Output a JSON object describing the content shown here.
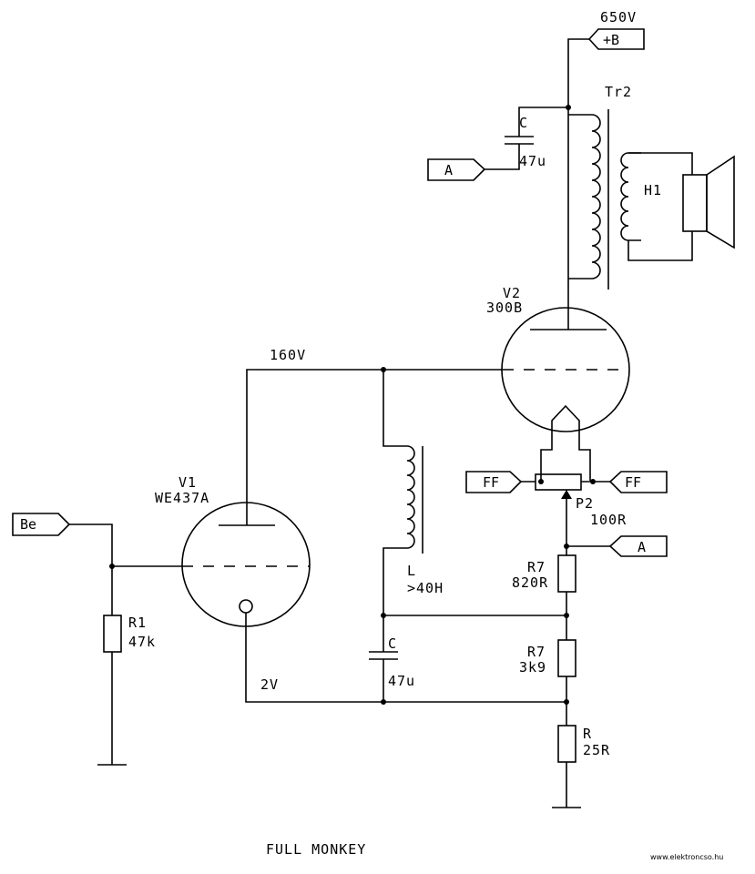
{
  "title": "FULL MONKEY",
  "watermark": "www.elektroncso.hu",
  "voltages": {
    "supply": "650V",
    "plate_v1": "160V",
    "cathode_v1": "2V"
  },
  "ports": {
    "supply": "+B",
    "input": "Be",
    "feedback_top": "A",
    "feedback_bottom": "A",
    "filament_left": "FF",
    "filament_right": "FF"
  },
  "components": {
    "tr2": {
      "name": "Tr2"
    },
    "h1": {
      "name": "H1"
    },
    "c_top": {
      "name": "C",
      "value": "47u"
    },
    "v2": {
      "name": "V2",
      "type": "300B"
    },
    "v1": {
      "name": "V1",
      "type": "WE437A"
    },
    "l": {
      "name": "L",
      "value": ">40H"
    },
    "p2": {
      "name": "P2",
      "value": "100R"
    },
    "r7a": {
      "name": "R7",
      "value": "820R"
    },
    "r7b": {
      "name": "R7",
      "value": "3k9"
    },
    "r_bottom": {
      "name": "R",
      "value": "25R"
    },
    "c_bottom": {
      "name": "C",
      "value": "47u"
    },
    "r1": {
      "name": "R1",
      "value": "47k"
    }
  }
}
